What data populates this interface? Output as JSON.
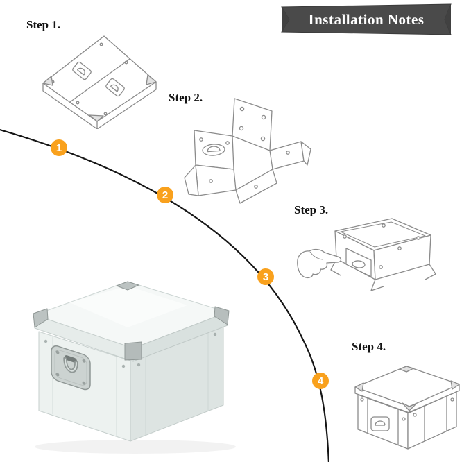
{
  "banner": {
    "title": "Installation Notes",
    "background_color": "#4a4a4a",
    "text_color": "#ffffff"
  },
  "steps": [
    {
      "label": "Step 1.",
      "marker": "1",
      "illustration": "flat-folded-box-panels-sketch"
    },
    {
      "label": "Step 2.",
      "marker": "2",
      "illustration": "side-panels-unfolded-sketch"
    },
    {
      "label": "Step 3.",
      "marker": "3",
      "illustration": "hand-pressing-panel-of-open-box-sketch"
    },
    {
      "label": "Step 4.",
      "marker": "4",
      "illustration": "assembled-box-with-lid-sketch"
    }
  ],
  "marker_style": {
    "fill_color": "#f9a11d",
    "text_color": "#ffffff"
  },
  "curve_color": "#161616",
  "product_image": {
    "name": "white-collapsible-storage-box-with-metal-ring-handle"
  }
}
